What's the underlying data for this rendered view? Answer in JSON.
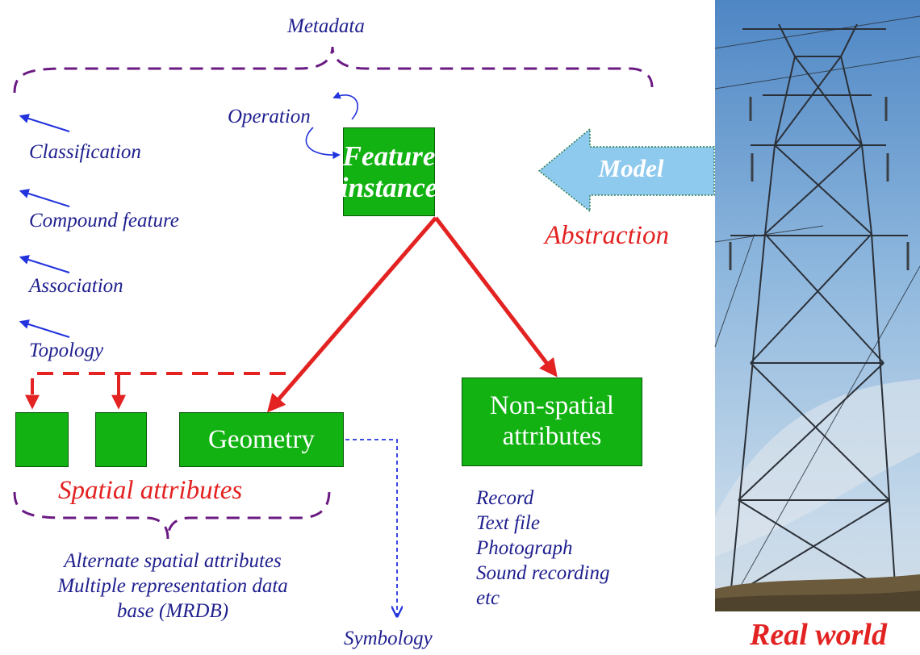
{
  "diagram": {
    "metadata_label": "Metadata",
    "operation_label": "Operation",
    "feature_instance_lines": [
      "Feature",
      "instance"
    ],
    "model_label": "Model",
    "abstraction_label": "Abstraction",
    "left_items": [
      "Classification",
      "Compound feature",
      "Association",
      "Topology"
    ],
    "geometry_label": "Geometry",
    "non_spatial_lines": [
      "Non-spatial",
      "attributes"
    ],
    "spatial_attributes_label": "Spatial attributes",
    "non_spatial_list": [
      "Record",
      "Text file",
      "Photograph",
      "Sound recording",
      "etc"
    ],
    "mrdb_lines": [
      "Alternate spatial attributes",
      "Multiple representation data",
      "base (MRDB)"
    ],
    "symbology_label": "Symbology",
    "real_world_label": "Real world"
  },
  "colors": {
    "box_green": "#12b212",
    "arrow_red": "#e32222",
    "text_blue": "#1f1f8f",
    "arrow_blue": "#2233dd",
    "brace_purple": "#6a1a82",
    "model_arrow": "#8ec9ee"
  }
}
